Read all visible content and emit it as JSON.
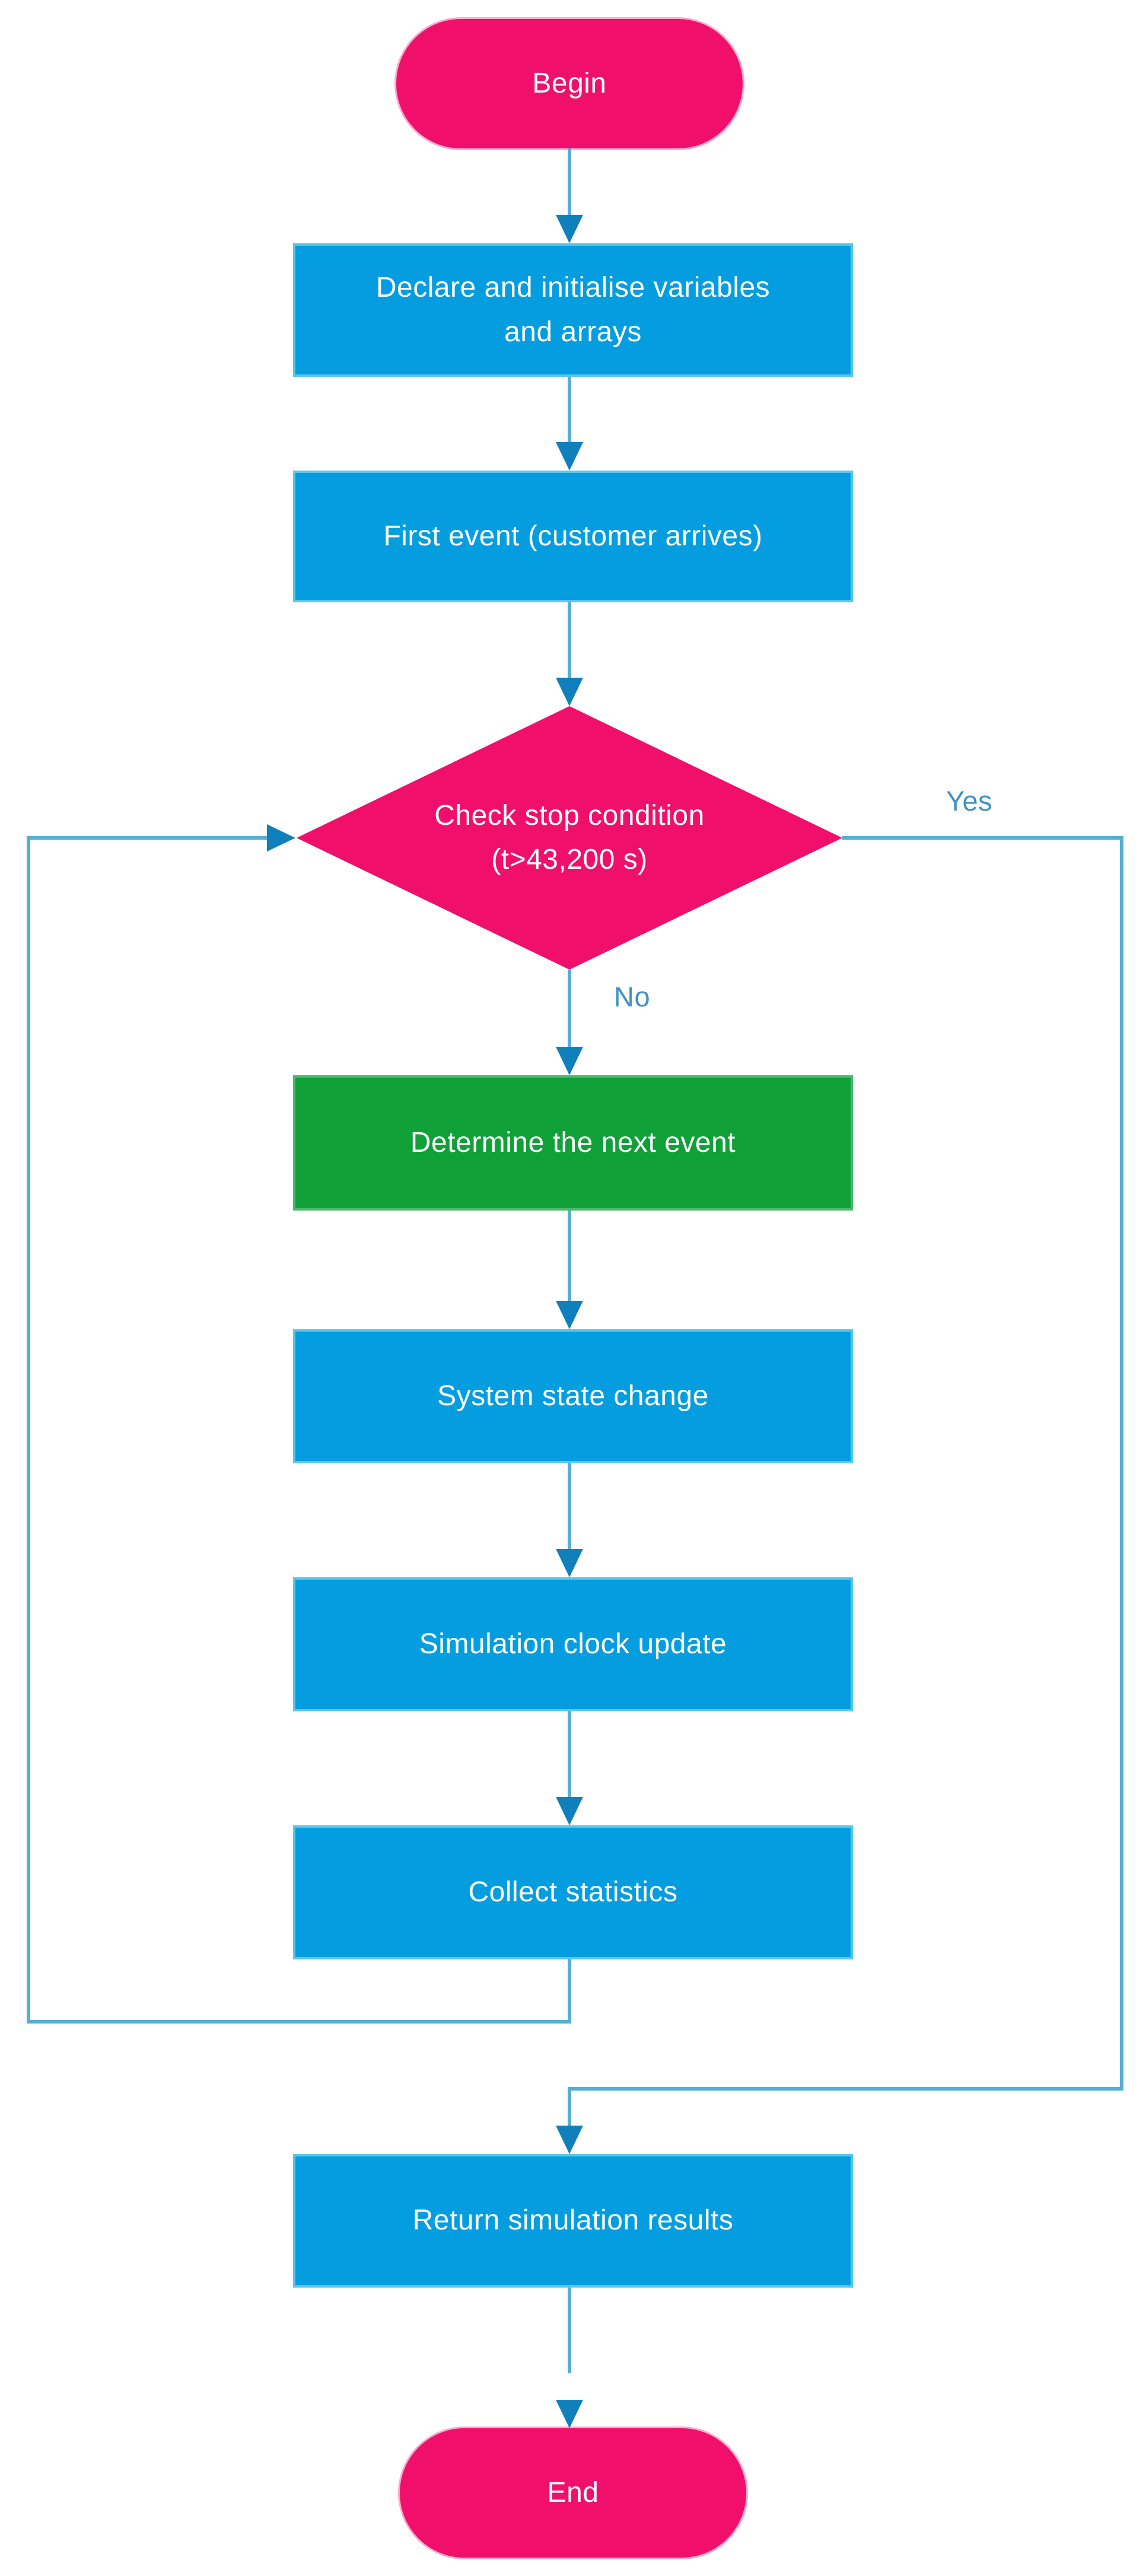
{
  "nodes": {
    "begin": {
      "label": "Begin"
    },
    "declare": {
      "label": "Declare and initialise variables\nand arrays"
    },
    "first_event": {
      "label": "First event (customer arrives)"
    },
    "check_stop": {
      "line1": "Check stop condition",
      "line2": "(t>43,200 s)"
    },
    "determine_next": {
      "label": "Determine the next event"
    },
    "system_state": {
      "label": "System state change"
    },
    "sim_clock": {
      "label": "Simulation clock update"
    },
    "collect_stats": {
      "label": "Collect statistics"
    },
    "return_results": {
      "label": "Return simulation results"
    },
    "end": {
      "label": "End"
    }
  },
  "edges": {
    "yes_label": "Yes",
    "no_label": "No"
  },
  "colors": {
    "terminator_pink": "#F0106C",
    "decision_pink": "#F0106C",
    "process_blue": "#049EE0",
    "highlight_green": "#10A038",
    "connector_line": "#55AFD3",
    "arrowhead_blue": "#1080BC",
    "edge_label_blue": "#3E92C5",
    "node_text": "#FFFFFF",
    "background": "#FFFFFF"
  }
}
